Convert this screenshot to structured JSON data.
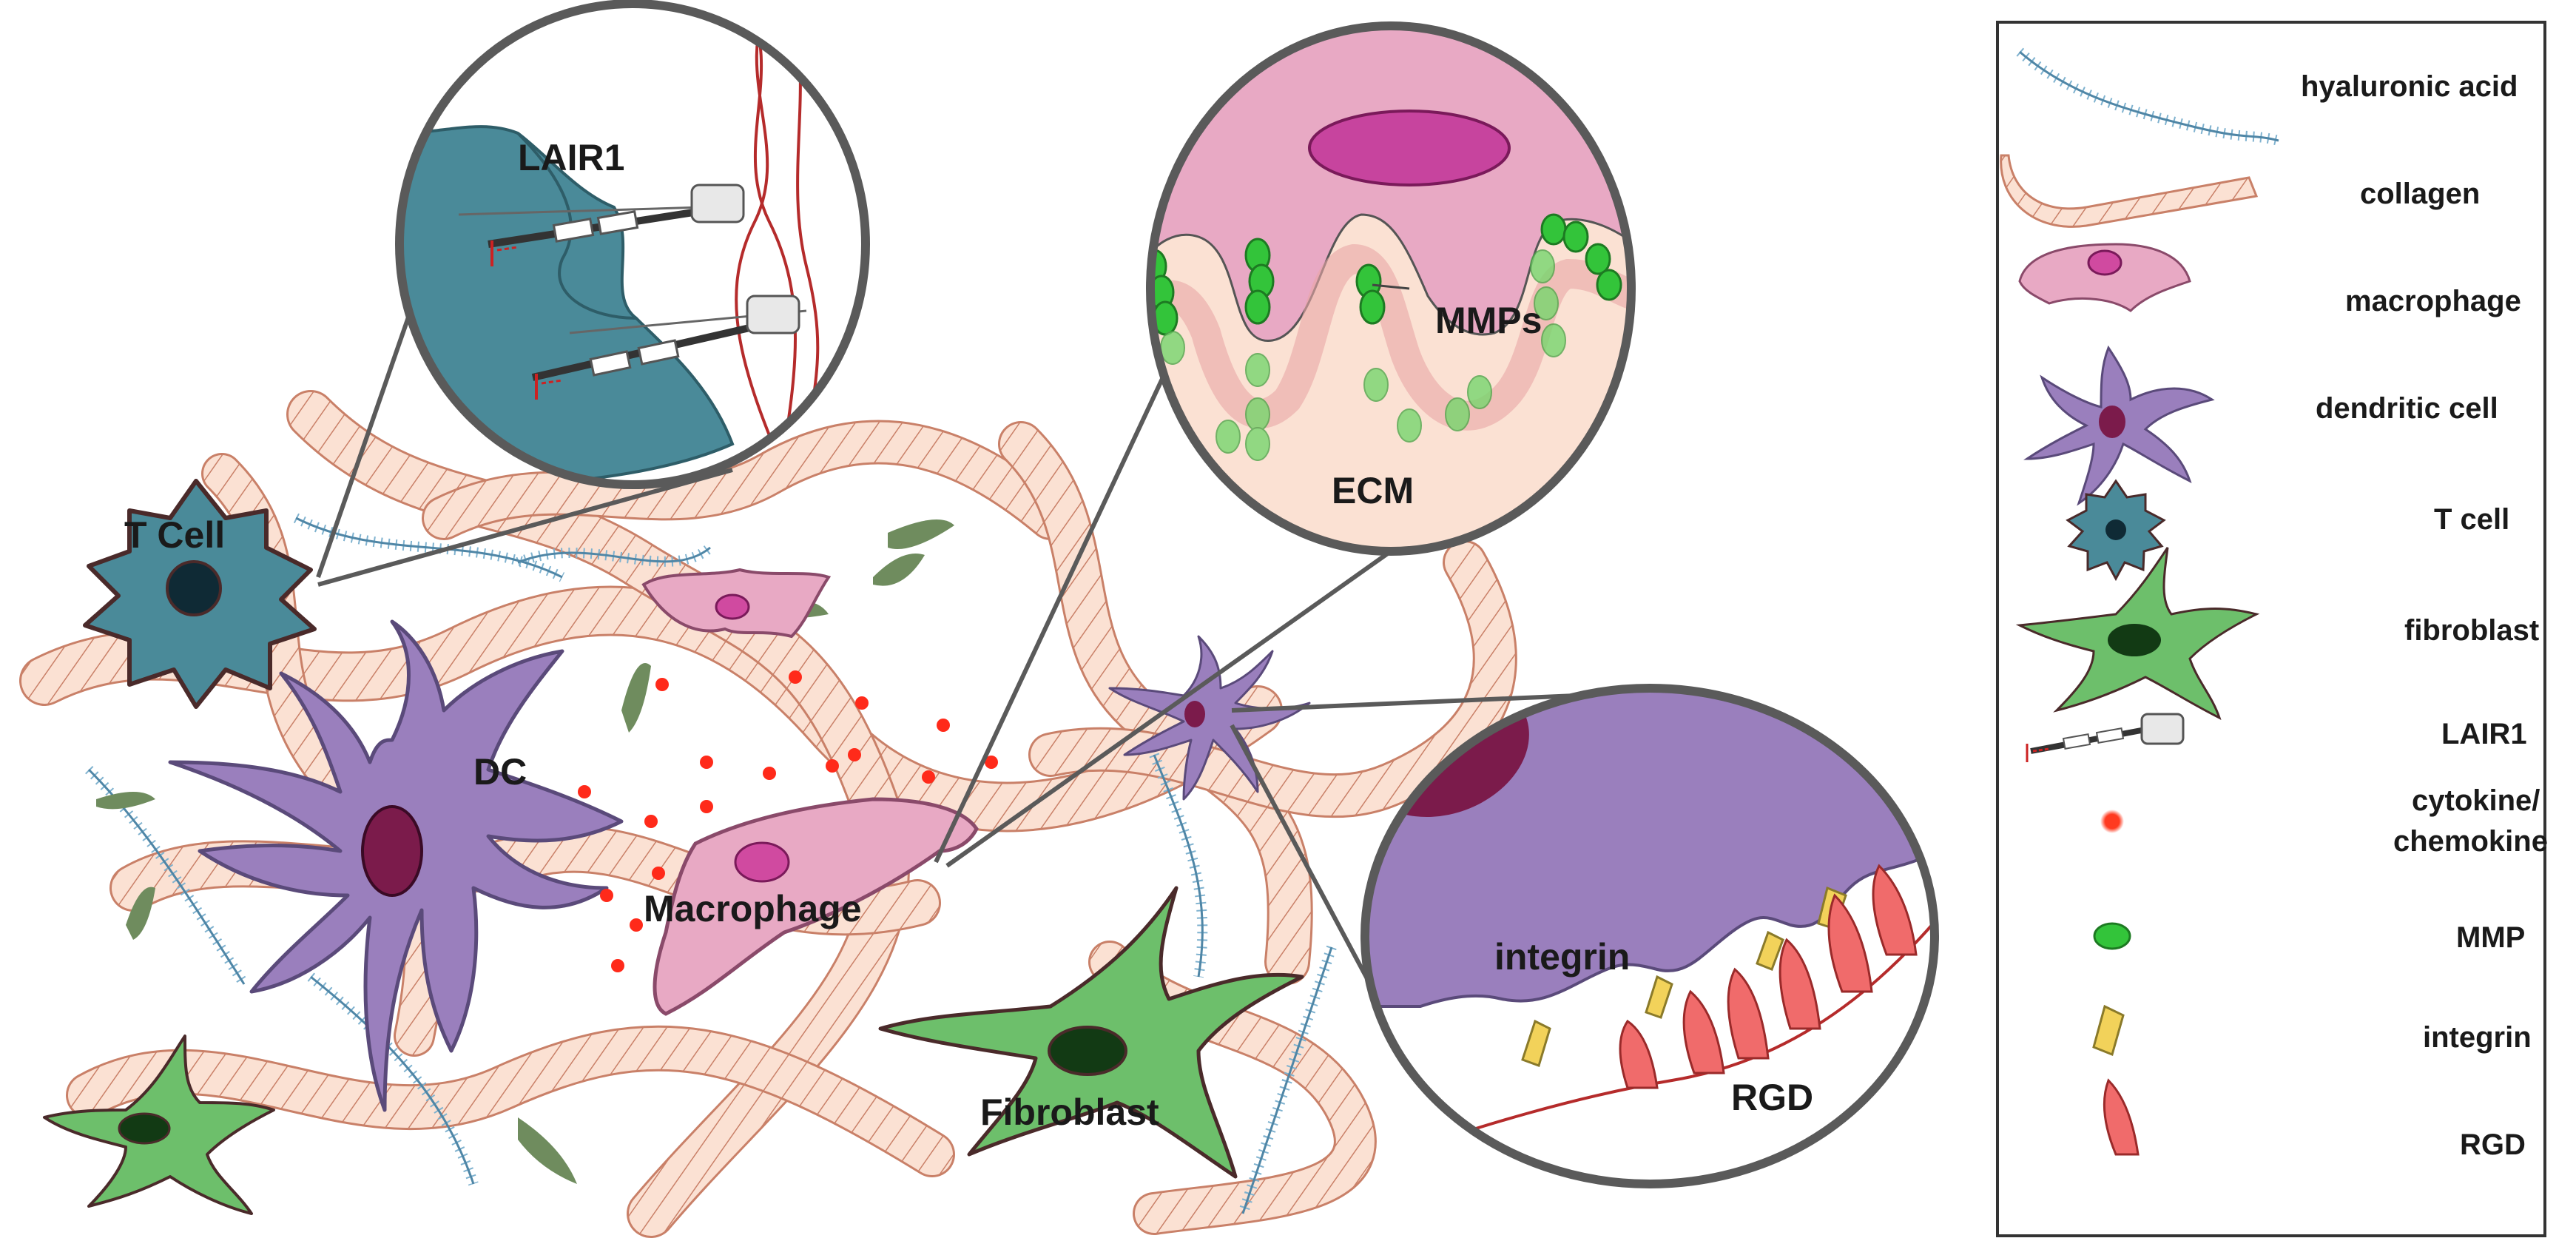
{
  "scene": {
    "t_cell": "T Cell",
    "dc": "DC",
    "macrophage": "Macrophage",
    "fibroblast": "Fibroblast"
  },
  "insets": {
    "lair1": {
      "label": "LAIR1"
    },
    "mmp": {
      "mmps": "MMPs",
      "ecm": "ECM"
    },
    "integrin": {
      "integrin": "integrin",
      "rgd": "RGD"
    }
  },
  "legend": {
    "items": [
      {
        "icon": "hyaluronic-acid-icon",
        "label": "hyaluronic acid"
      },
      {
        "icon": "collagen-icon",
        "label": "collagen"
      },
      {
        "icon": "macrophage-icon",
        "label": "macrophage"
      },
      {
        "icon": "dendritic-cell-icon",
        "label": "dendritic cell"
      },
      {
        "icon": "t-cell-icon",
        "label": "T cell"
      },
      {
        "icon": "fibroblast-icon",
        "label": "fibroblast"
      },
      {
        "icon": "lair1-icon",
        "label": "LAIR1"
      },
      {
        "icon": "cytokine-icon",
        "label_line1": "cytokine/",
        "label_line2": "chemokine"
      },
      {
        "icon": "mmp-icon",
        "label": "MMP"
      },
      {
        "icon": "integrin-icon",
        "label": "integrin"
      },
      {
        "icon": "rgd-icon",
        "label": "RGD"
      }
    ]
  },
  "colors": {
    "teal": "#4a8a99",
    "purple": "#9a7fbd",
    "pink": "#e8a9c4",
    "green": "#6dbf6b",
    "collagen": "#f8d5c0",
    "cytokine": "#ff2a1a",
    "outline": "#5a5a5a"
  }
}
